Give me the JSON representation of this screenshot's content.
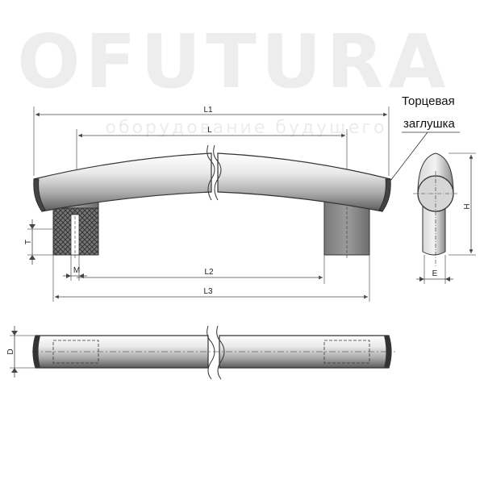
{
  "watermark": {
    "brand": "OFUTURA",
    "tagline": "оборудование будущего"
  },
  "callout": {
    "line1": "Торцевая",
    "line2": "заглушка"
  },
  "dimensions": {
    "L1": "L1",
    "L": "L",
    "L2": "L2",
    "L3": "L3",
    "T": "T",
    "M": "M",
    "H": "H",
    "E": "E",
    "D": "D"
  },
  "colors": {
    "line": "#333333",
    "dim": "#555555",
    "watermark": "#e9e9e9",
    "post": "#8c8c8c"
  }
}
